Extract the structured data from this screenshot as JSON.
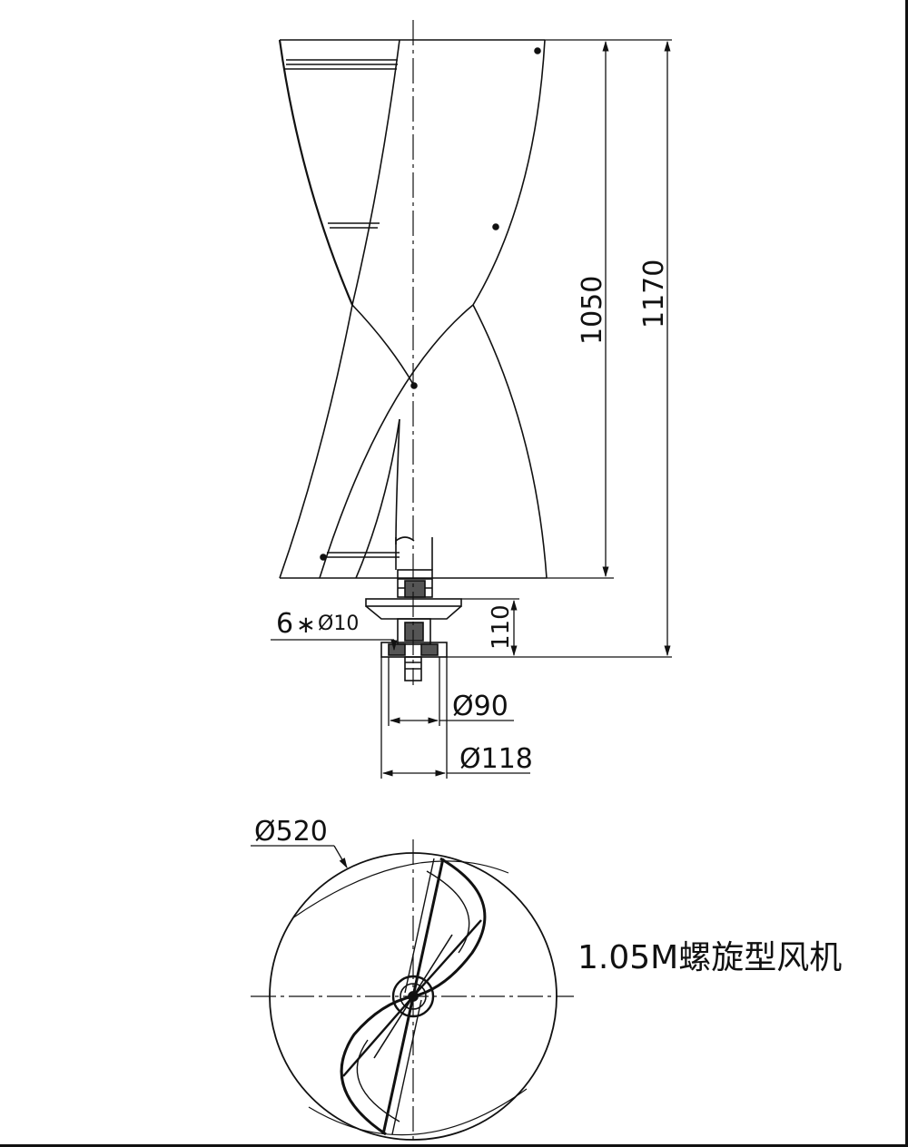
{
  "title": "1.05M螺旋型风机",
  "dimensions": {
    "height_blade": "1050",
    "height_total": "1170",
    "height_base": "110",
    "bolt_holes": "6",
    "bolt_hole_mark": "∗",
    "bolt_hole_diameter": "Ø10",
    "flange_inner": "Ø90",
    "flange_outer": "Ø118",
    "rotor_diameter": "Ø520"
  },
  "colors": {
    "line": "#111111",
    "background": "#ffffff"
  }
}
